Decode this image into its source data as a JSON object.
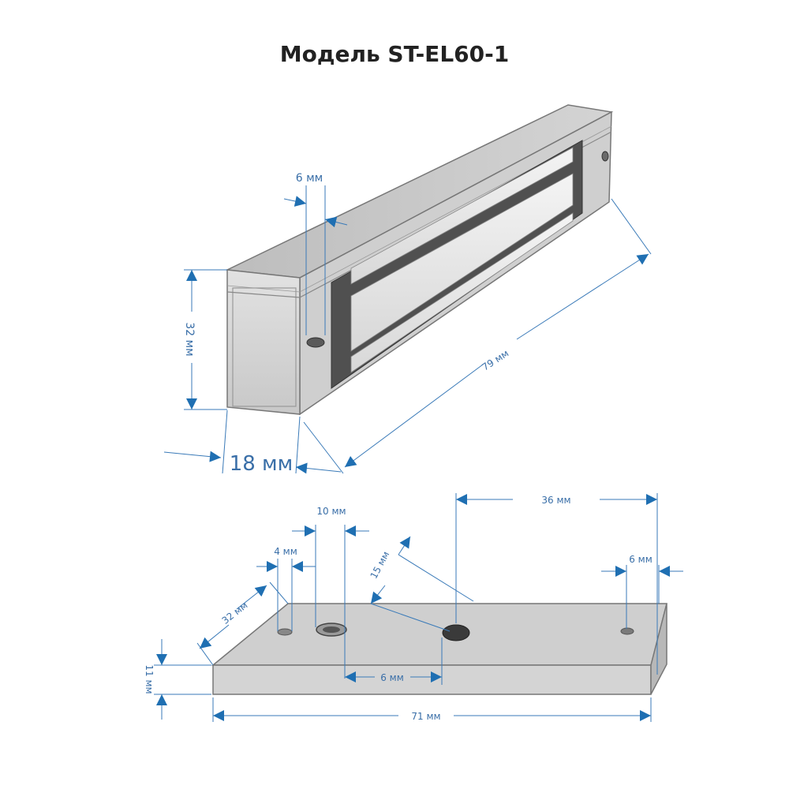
{
  "title": "Модель ST-EL60-1",
  "colors": {
    "dimension": "#1f6fb2",
    "body_top": "#c9c9c9",
    "body_front": "#d6d6d6",
    "body_dark": "#555555",
    "outline": "#666666"
  },
  "magnet_dimensions": {
    "hole_width": "6 мм",
    "height": "32 мм",
    "length": "79 мм",
    "depth": "18 мм"
  },
  "plate_dimensions": {
    "hole_distance": "36 мм",
    "slot_width": "10 мм",
    "small_hole": "4 мм",
    "depth": "32 мм",
    "center_hole": "15 мм",
    "right_hole": "6 мм",
    "bottom_offset": "6 мм",
    "thickness": "11 мм",
    "length": "71 мм"
  }
}
